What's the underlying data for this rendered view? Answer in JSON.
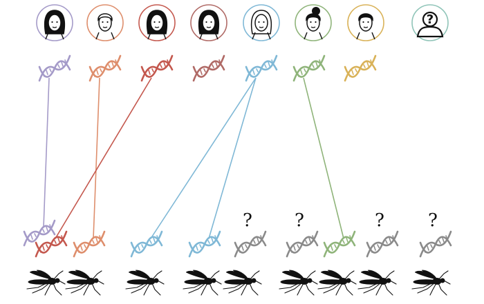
{
  "colors": {
    "purple": "#a49ac8",
    "orange": "#de8e6c",
    "red": "#c4584e",
    "brown": "#b06a66",
    "blue": "#7fb8d6",
    "green": "#8fb47a",
    "yellow": "#d9b258",
    "teal": "#8fc4b8",
    "gray": "#8a8a8a",
    "ink": "#111111"
  },
  "people": [
    {
      "id": "p1",
      "color": "purple",
      "icon": "woman-short-bob-icon"
    },
    {
      "id": "p2",
      "color": "orange",
      "icon": "man-swept-hair-icon"
    },
    {
      "id": "p3",
      "color": "red",
      "icon": "woman-long-straight-hair-icon"
    },
    {
      "id": "p4",
      "color": "brown",
      "icon": "woman-wavy-hair-icon"
    },
    {
      "id": "p5",
      "color": "blue",
      "icon": "woman-curly-hair-icon"
    },
    {
      "id": "p6",
      "color": "green",
      "icon": "woman-hair-bun-icon"
    },
    {
      "id": "p7",
      "color": "yellow",
      "icon": "man-short-hair-icon"
    },
    {
      "id": "p8",
      "color": "teal",
      "icon": "unknown-person-icon",
      "label": "?"
    }
  ],
  "mosquitoes": [
    {
      "id": "m1",
      "dna_color": "purple"
    },
    {
      "id": "m2",
      "dna_color": "red"
    },
    {
      "id": "m3",
      "dna_color": "orange"
    },
    {
      "id": "m4",
      "dna_color": "blue"
    },
    {
      "id": "m5",
      "dna_color": "blue"
    },
    {
      "id": "m6",
      "dna_color": "gray",
      "label": "?"
    },
    {
      "id": "m7",
      "dna_color": "gray",
      "label": "?"
    },
    {
      "id": "m8",
      "dna_color": "green"
    },
    {
      "id": "m9",
      "dna_color": "gray",
      "label": "?"
    },
    {
      "id": "m10",
      "dna_color": "gray",
      "label": "?"
    }
  ],
  "links": [
    {
      "from": "p1",
      "to": "m1",
      "color": "purple"
    },
    {
      "from": "p2",
      "to": "m3",
      "color": "orange"
    },
    {
      "from": "p3",
      "to": "m2",
      "color": "red"
    },
    {
      "from": "p5",
      "to": "m4",
      "color": "blue"
    },
    {
      "from": "p5",
      "to": "m5",
      "color": "blue"
    },
    {
      "from": "p6",
      "to": "m8",
      "color": "green"
    }
  ]
}
